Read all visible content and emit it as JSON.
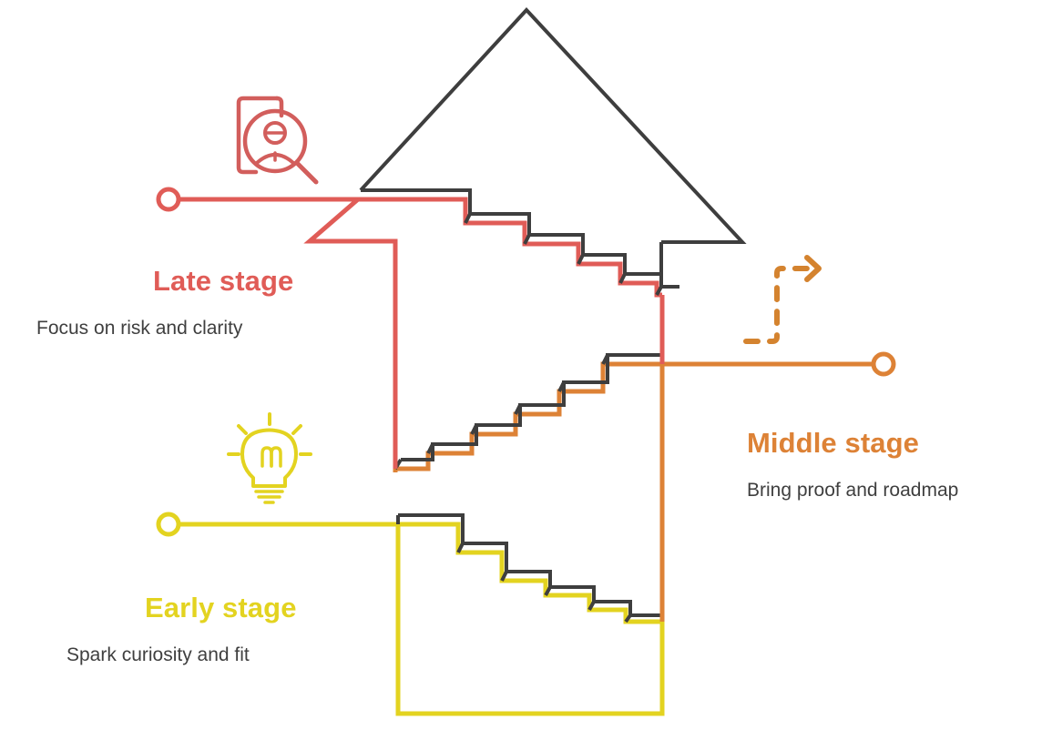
{
  "diagram": {
    "title_semantic": "sales-stage-staircase-arrow-infographic",
    "colors": {
      "late": "#e05c57",
      "middle": "#dd8236",
      "early": "#e3d320",
      "outline": "#3e3e3e",
      "body_text": "#3f3f3f",
      "background": "#ffffff"
    }
  },
  "stages": [
    {
      "key": "late",
      "title": "Late stage",
      "description": "Focus on risk and clarity",
      "color": "#e05c57",
      "icon": "document-user-magnifier-icon",
      "connector": "left-circle-connector"
    },
    {
      "key": "middle",
      "title": "Middle stage",
      "description": "Bring proof and roadmap",
      "color": "#dd8236",
      "icon": "dashed-arrow-icon",
      "connector": "right-circle-connector"
    },
    {
      "key": "early",
      "title": "Early stage",
      "description": "Spark curiosity and fit",
      "color": "#e3d320",
      "icon": "lightbulb-icon",
      "connector": "left-circle-connector"
    }
  ],
  "chart_data": {
    "type": "diagram",
    "title": "",
    "series": [
      {
        "name": "Late stage",
        "steps": 6,
        "direction": "descending",
        "color": "#e05c57"
      },
      {
        "name": "Middle stage",
        "steps": 6,
        "direction": "ascending",
        "color": "#dd8236"
      },
      {
        "name": "Early stage",
        "steps": 6,
        "direction": "descending",
        "color": "#e3d320"
      }
    ]
  }
}
